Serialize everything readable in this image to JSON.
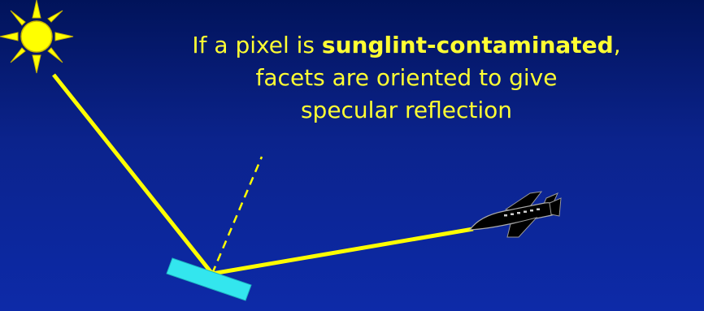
{
  "caption": {
    "line1_pre": "If a pixel is ",
    "line1_bold": "sunglint-contaminated",
    "line1_post": ",",
    "line2": "facets are oriented to give",
    "line3": "specular reflection"
  },
  "colors": {
    "background_top": "#01135a",
    "background_bottom": "#0d2aa8",
    "caption_text": "#ffff33",
    "ray": "#ffff00",
    "sun": "#ffff00",
    "facet": "#33e6ee",
    "aircraft": "#000000"
  },
  "icons": {
    "sun": "sun-icon",
    "aircraft": "airplane-icon",
    "facet": "water-facet"
  }
}
